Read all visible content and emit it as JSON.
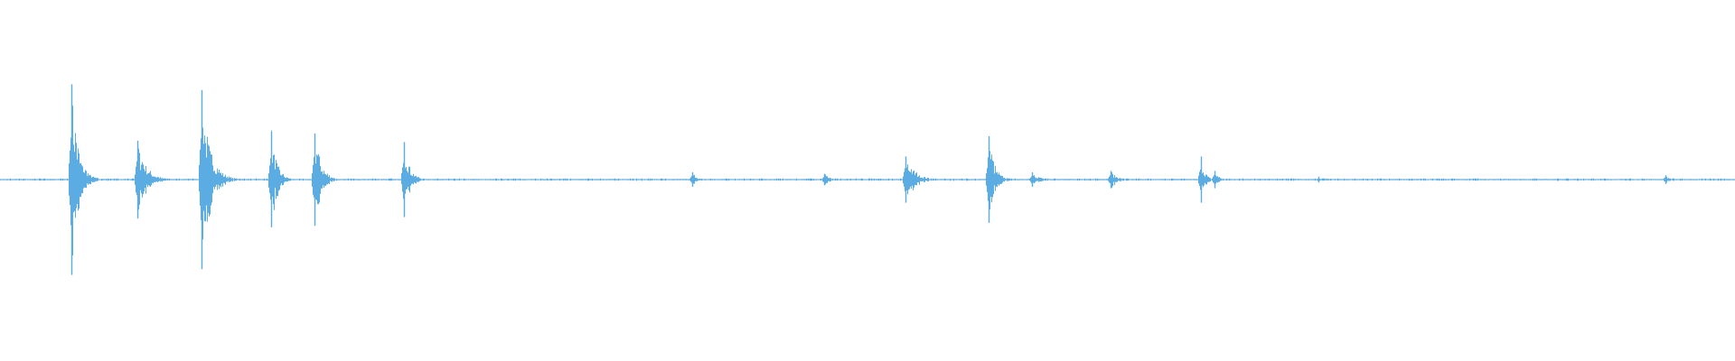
{
  "waveform": {
    "color": "#5aace2",
    "background": "#ffffff",
    "peaks": [
      {
        "t": 0.041,
        "amp": 0.66,
        "decay": 0.35
      },
      {
        "t": 0.079,
        "amp": 0.27,
        "decay": 0.45
      },
      {
        "t": 0.116,
        "amp": 0.62,
        "decay": 0.45
      },
      {
        "t": 0.156,
        "amp": 0.33,
        "decay": 0.3
      },
      {
        "t": 0.181,
        "amp": 0.32,
        "decay": 0.35
      },
      {
        "t": 0.233,
        "amp": 0.26,
        "decay": 0.3
      },
      {
        "t": 0.399,
        "amp": 0.05,
        "decay": 0.25
      },
      {
        "t": 0.475,
        "amp": 0.04,
        "decay": 0.25
      },
      {
        "t": 0.522,
        "amp": 0.16,
        "decay": 0.5
      },
      {
        "t": 0.57,
        "amp": 0.3,
        "decay": 0.3
      },
      {
        "t": 0.595,
        "amp": 0.05,
        "decay": 0.4
      },
      {
        "t": 0.64,
        "amp": 0.06,
        "decay": 0.35
      },
      {
        "t": 0.692,
        "amp": 0.16,
        "decay": 0.2
      },
      {
        "t": 0.7,
        "amp": 0.06,
        "decay": 0.2
      },
      {
        "t": 0.76,
        "amp": 0.02,
        "decay": 0.2
      },
      {
        "t": 0.96,
        "amp": 0.03,
        "decay": 0.2
      }
    ]
  }
}
